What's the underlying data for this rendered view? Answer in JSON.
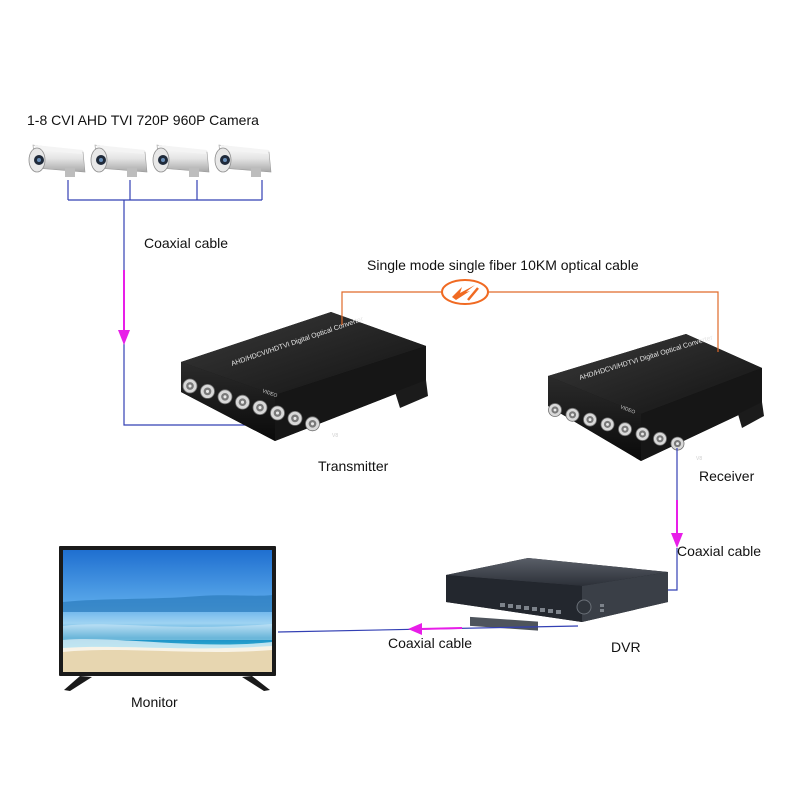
{
  "labels": {
    "camera_title": "1-8 CVI AHD TVI 720P 960P Camera",
    "coaxial_top": "Coaxial cable",
    "optical_cable": "Single mode single fiber 10KM optical cable",
    "transmitter": "Transmitter",
    "receiver": "Receiver",
    "coaxial_right": "Coaxial cable",
    "dvr": "DVR",
    "coaxial_bottom": "Coaxial cable",
    "monitor": "Monitor"
  },
  "device_text": {
    "converter_top_print": "AHD/HDCVI/HDTVI Digital Optical Converter",
    "video_print": "VIDEO",
    "v8_print": "V8"
  },
  "colors": {
    "coax_line": "#3340b4",
    "arrow": "#e81ee8",
    "fiber_line": "#e06a2a",
    "fiber_icon": "#f06a22"
  },
  "icons": {
    "camera": "bullet-camera-icon",
    "fiber": "fiber-link-icon"
  }
}
